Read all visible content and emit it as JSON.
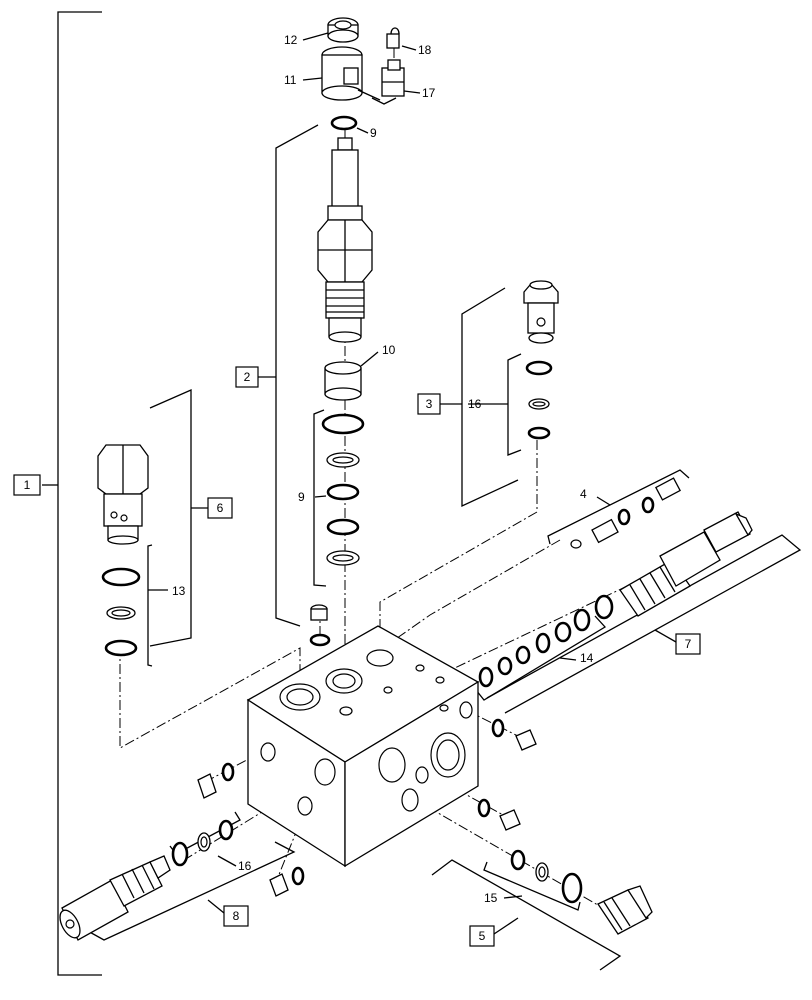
{
  "callouts": {
    "c1": "1",
    "c2": "2",
    "c3": "3",
    "c4": "4",
    "c5": "5",
    "c6": "6",
    "c7": "7",
    "c8": "8",
    "c9a": "9",
    "c9b": "9",
    "c10": "10",
    "c11": "11",
    "c12": "12",
    "c13": "13",
    "c14": "14",
    "c15": "15",
    "c16a": "16",
    "c16b": "16",
    "c17": "17",
    "c18": "18"
  }
}
